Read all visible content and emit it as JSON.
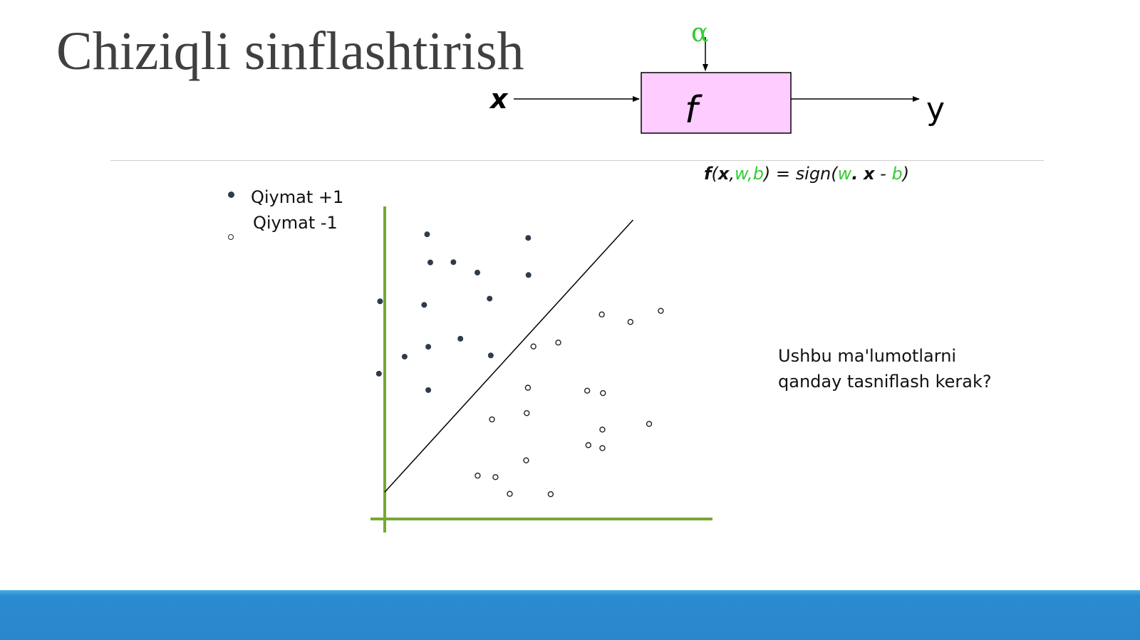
{
  "title": "Chiziqli sinflashtirish",
  "block_diagram": {
    "input_label": "x",
    "function_label": "f",
    "output_label": "y",
    "parameter_label": "α",
    "box_fill": "#ffccff",
    "parameter_color": "#33cc33"
  },
  "formula": {
    "f": "f",
    "open": "(",
    "x": "x",
    "c1": ",",
    "w": "w",
    "c2": ",",
    "b": "b",
    "mid": ") = sign(",
    "w2": "w",
    "dot": ".",
    "sp": " ",
    "x2": "x",
    "minus": " - ",
    "b2": "b",
    "close": ")"
  },
  "legend": {
    "positive": "Qiymat +1",
    "negative": "Qiymat -1"
  },
  "question": "Ushbu ma'lumotlarni qanday tasniflash kerak?",
  "colors": {
    "axis": "#77a832",
    "positive_point": "#2f3b4a",
    "footer": "#2a86cc",
    "title": "#404040"
  },
  "chart_data": {
    "type": "scatter",
    "xlim": [
      0,
      100
    ],
    "ylim": [
      0,
      100
    ],
    "grid": false,
    "legend_placement": "top-left",
    "series": [
      {
        "name": "Qiymat +1",
        "marker": "filled",
        "points": [
          [
            14.5,
            95.2
          ],
          [
            49.1,
            94.0
          ],
          [
            15.6,
            85.8
          ],
          [
            23.5,
            85.9
          ],
          [
            31.7,
            82.4
          ],
          [
            49.2,
            81.6
          ],
          [
            35.9,
            73.7
          ],
          [
            -1.6,
            72.8
          ],
          [
            13.5,
            71.6
          ],
          [
            25.9,
            60.3
          ],
          [
            14.9,
            57.6
          ],
          [
            6.8,
            54.3
          ],
          [
            36.3,
            54.7
          ],
          [
            -2.0,
            48.6
          ],
          [
            14.9,
            43.1
          ]
        ]
      },
      {
        "name": "Qiymat -1",
        "marker": "hollow",
        "points": [
          [
            74.3,
            68.4
          ],
          [
            94.5,
            69.6
          ],
          [
            84.1,
            65.9
          ],
          [
            50.9,
            57.7
          ],
          [
            59.4,
            59.0
          ],
          [
            49.0,
            43.9
          ],
          [
            69.3,
            42.9
          ],
          [
            74.7,
            42.1
          ],
          [
            48.6,
            35.4
          ],
          [
            36.7,
            33.3
          ],
          [
            90.5,
            31.8
          ],
          [
            74.5,
            29.9
          ],
          [
            69.7,
            24.7
          ],
          [
            74.5,
            23.7
          ],
          [
            48.4,
            19.6
          ],
          [
            31.8,
            14.5
          ],
          [
            37.9,
            14.0
          ],
          [
            42.8,
            8.4
          ],
          [
            56.8,
            8.3
          ]
        ]
      }
    ],
    "decision_line": [
      [
        0,
        9
      ],
      [
        85,
        100
      ]
    ]
  }
}
